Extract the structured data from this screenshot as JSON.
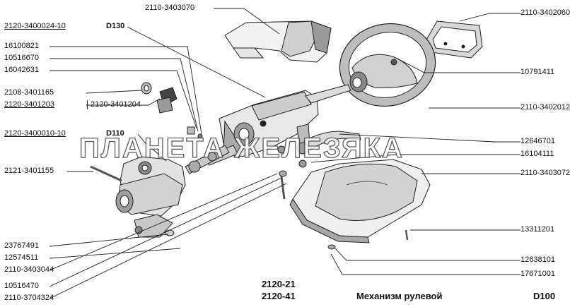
{
  "labels": {
    "p2110_3403070": "2110-3403070",
    "p2120_3400024_10": "2120-3400024-10",
    "d130": "D130",
    "p16100821": "16100821",
    "p10516670": "10516670",
    "p16042631": "16042631",
    "p2108_3401165": "2108-3401165",
    "p2120_3401203": "2120-3401203",
    "p2120_3401204": "2120-3401204",
    "p2120_3400010_10": "2120-3400010-10",
    "d110": "D110",
    "p2121_3401155": "2121-3401155",
    "p23767491": "23767491",
    "p12574511": "12574511",
    "p2110_3403044": "2110-3403044",
    "p10516470": "10516470",
    "p2110_3704324": "2110-3704324",
    "p2110_3402060": "2110-3402060",
    "p10791411": "10791411",
    "p2110_3402012": "2110-3402012",
    "p12646701": "12646701",
    "p16104111": "16104111",
    "p2110_3403072": "2110-3403072",
    "p13311201": "13311201",
    "p12638101": "12638101",
    "p17671001": "17671001"
  },
  "footer": {
    "model1": "2120-21",
    "model2": "2120-41",
    "title": "Механизм рулевой",
    "code": "D100"
  },
  "watermark": "ПЛАНЕТА ЖЕЛЕЗЯКА"
}
